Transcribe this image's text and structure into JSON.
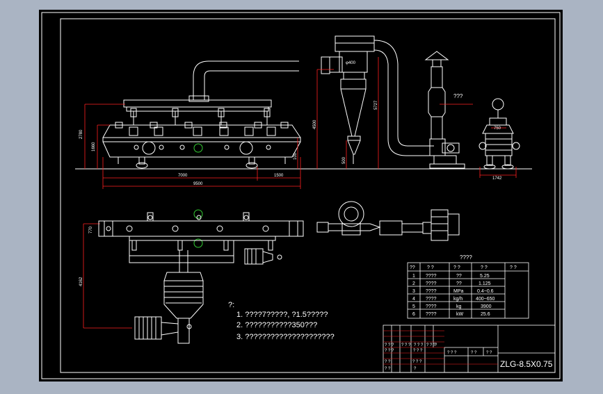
{
  "colors": {
    "viewport_bg": "#aab4c3",
    "paper": "#000000",
    "line": "#ffffff",
    "red": "#ff2020",
    "green": "#33cc33"
  },
  "dimensions": {
    "d2780": "2780",
    "d1660": "1660",
    "d4500": "4500",
    "d5727": "5727",
    "d1001": "100",
    "d500": "500",
    "d400": "φ400",
    "d7000": "7000",
    "d9500": "9500",
    "d1500": "1500",
    "d1742": "1742",
    "d750": "750",
    "d770": "770",
    "d4162": "4162"
  },
  "labels": {
    "stack_callout": "???"
  },
  "spec_table": {
    "title": "????",
    "headers": [
      "??",
      "?  ?",
      "?  ?",
      "?  ?",
      "?  ?"
    ],
    "rows": [
      [
        "1",
        "????",
        "??",
        "5.25",
        ""
      ],
      [
        "2",
        "????",
        "??",
        "1.125",
        ""
      ],
      [
        "3",
        "????",
        "MPa",
        "0.4~0.6",
        ""
      ],
      [
        "4",
        "????",
        "kg/h",
        "400~650",
        ""
      ],
      [
        "5",
        "????",
        "kg",
        "3900",
        ""
      ],
      [
        "6",
        "????",
        "kW",
        "25.6",
        ""
      ]
    ]
  },
  "notes": {
    "heading": "?:",
    "items": [
      "1.  ????7?????, ?1.5?????",
      "2.  ???????????350???",
      "3.  ?????????????????????"
    ]
  },
  "title_block": {
    "drawing_no": "ZLG-8.5X0.75",
    "c1": "? ? ?",
    "c2": "? ? ?",
    "c3": "? ? ?",
    "c4": "? ? ?",
    "c5": "? ? ?",
    "c6": "? ? ?",
    "c7": "?",
    "c8": "? ? ?",
    "c9": "? ?",
    "c10": "? ?",
    "c11": "? ?",
    "c12": "? ? ?",
    "c13": "? ?",
    "c14": "?"
  }
}
